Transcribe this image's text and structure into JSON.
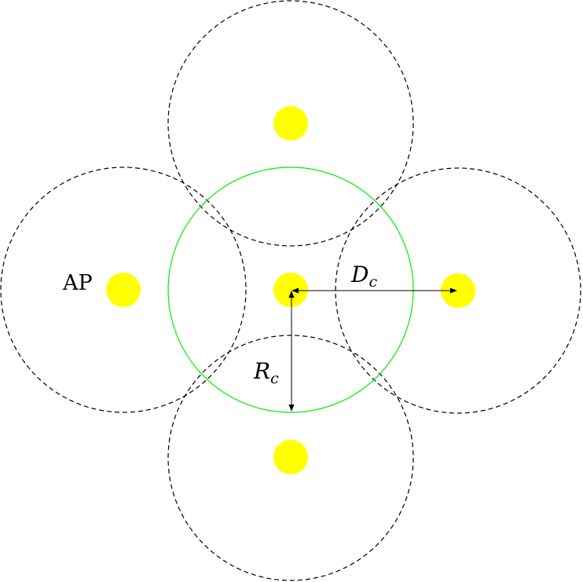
{
  "diagram": {
    "ap_label": "AP",
    "dc_label": {
      "main": "D",
      "sub": "c"
    },
    "rc_label": {
      "main": "R",
      "sub": "c"
    },
    "colors": {
      "ap_dot": "#ffff00",
      "center_circle": "#00ee00",
      "neighbor_circle": "#000000",
      "arrow": "#000000"
    }
  }
}
